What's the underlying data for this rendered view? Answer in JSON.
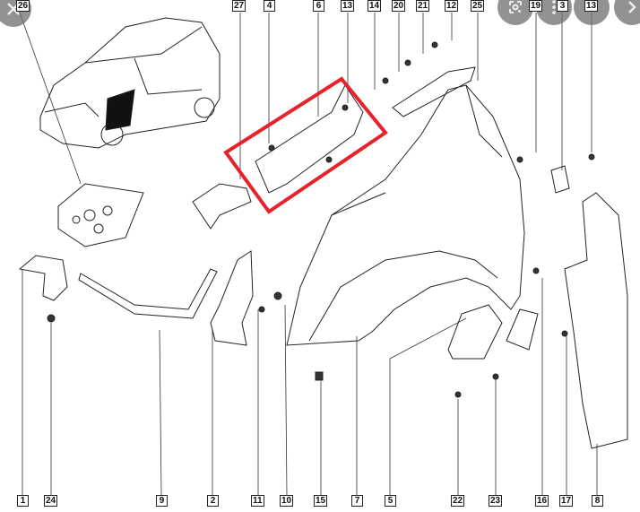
{
  "viewer": {
    "close_icon": "close-icon",
    "lens_icon": "google-lens-icon",
    "more_icon": "more-vert-icon",
    "next_icon": "chevron-right-icon"
  },
  "diagram": {
    "highlight_color": "#e8222a",
    "top_labels": [
      "26",
      "27",
      "4",
      "6",
      "13",
      "14",
      "20",
      "21",
      "12",
      "25",
      "19",
      "3",
      "13"
    ],
    "bottom_labels": [
      "1",
      "24",
      "9",
      "2",
      "11",
      "10",
      "15",
      "7",
      "5",
      "22",
      "23",
      "16",
      "17",
      "8"
    ]
  }
}
